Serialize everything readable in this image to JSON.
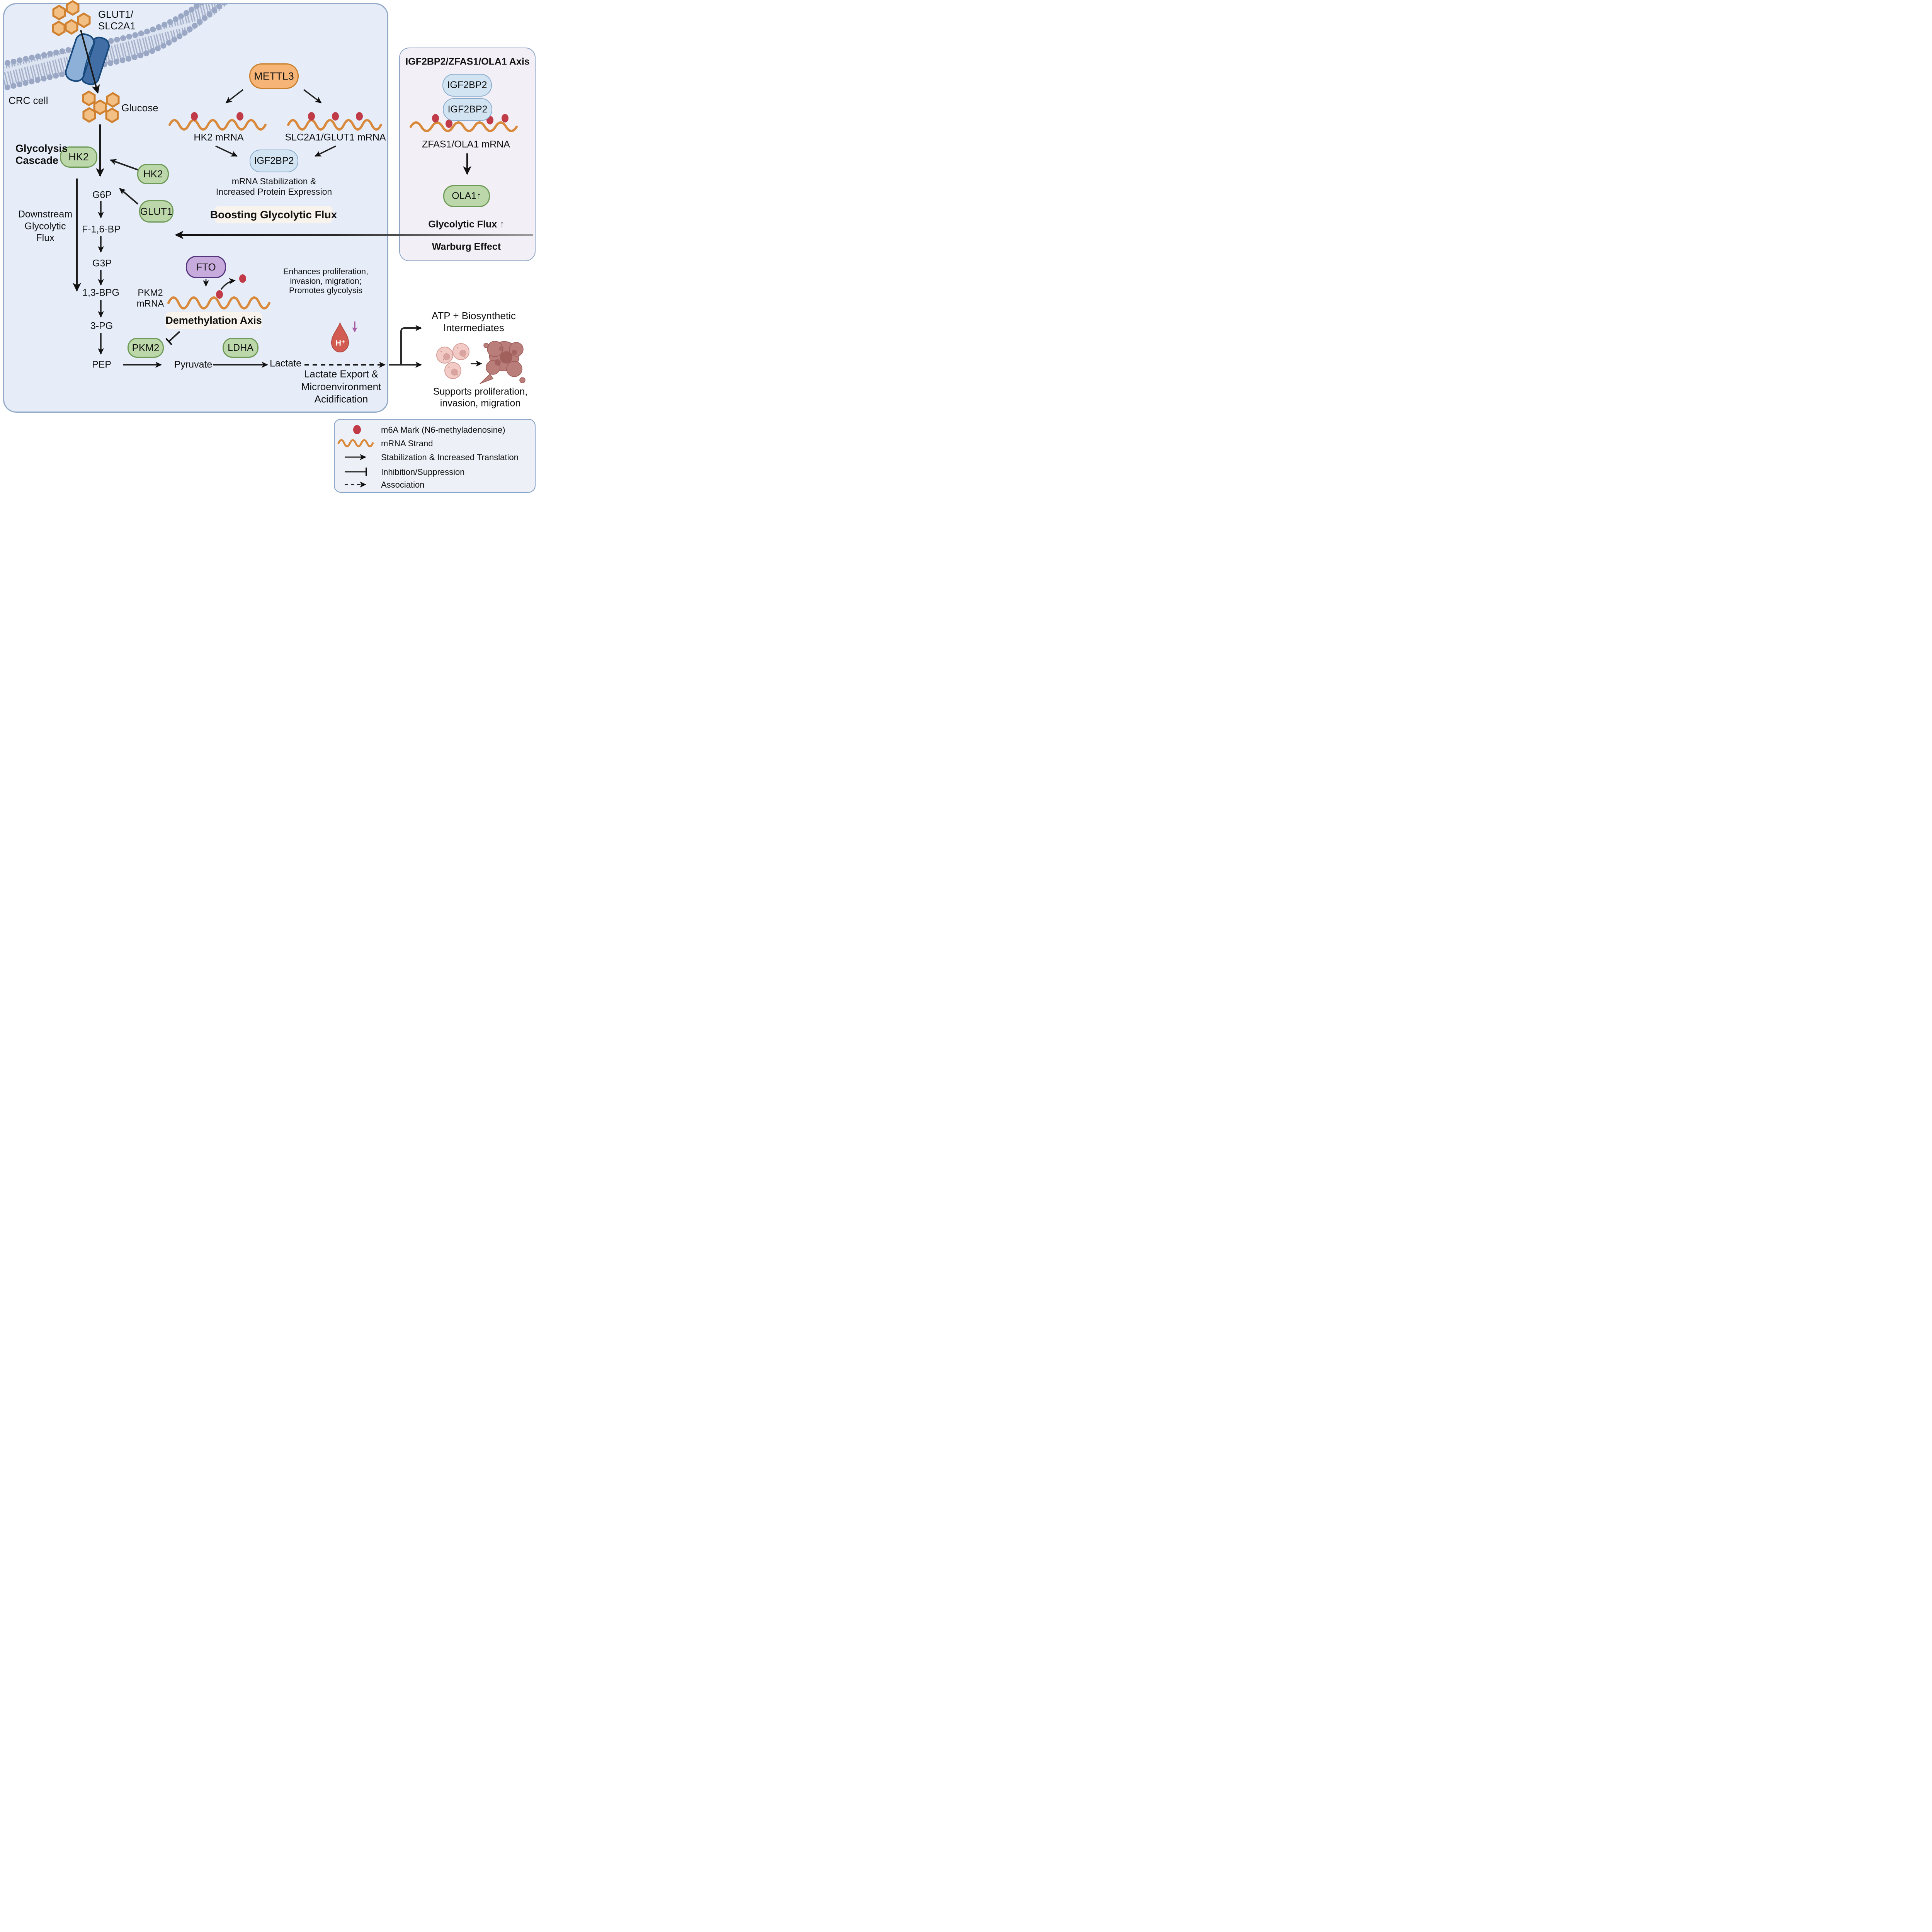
{
  "cell": {
    "label": "CRC cell",
    "transporter_label_line1": "GLUT1/",
    "transporter_label_line2": "SLC2A1",
    "glucose_label": "Glucose"
  },
  "glycolysis": {
    "title_line1": "Glycolysis",
    "title_line2": "Cascade",
    "hk2_membrane": "HK2",
    "hk2_cytosol": "HK2",
    "glut1": "GLUT1",
    "downstream_line1": "Downstream",
    "downstream_line2": "Glycolytic",
    "downstream_line3": "Flux",
    "metabolites": [
      "G6P",
      "F-1,6-BP",
      "G3P",
      "1,3-BPG",
      "3-PG",
      "PEP"
    ],
    "pkm2": "PKM2",
    "pyruvate": "Pyruvate",
    "ldha": "LDHA",
    "lactate": "Lactate"
  },
  "methylation": {
    "mettl3": "METTL3",
    "hk2_mrna": "HK2 mRNA",
    "slc2a1_mrna": "SLC2A1/GLUT1 mRNA",
    "igf2bp2": "IGF2BP2",
    "stabilization_line1": "mRNA Stabilization &",
    "stabilization_line2": "Increased Protein Expression",
    "boosting": "Boosting Glycolytic Flux"
  },
  "demethylation": {
    "fto": "FTO",
    "pkm2_mrna_line1": "PKM2",
    "pkm2_mrna_line2": "mRNA",
    "axis_title": "Demethylation Axis",
    "effect_line1": "Enhances proliferation,",
    "effect_line2": "invasion, migration;",
    "effect_line3": "Promotes glycolysis"
  },
  "export": {
    "h_plus": "H⁺",
    "line1": "Lactate Export &",
    "line2": "Microenvironment",
    "line3": "Acidification"
  },
  "axis_panel": {
    "title": "IGF2BP2/ZFAS1/OLA1 Axis",
    "igf2bp2_top": "IGF2BP2",
    "igf2bp2_bottom": "IGF2BP2",
    "zfas1_mrna": "ZFAS1/OLA1 mRNA",
    "ola1": "OLA1↑",
    "glycolytic_flux": "Glycolytic Flux ↑",
    "warburg": "Warburg Effect"
  },
  "outcome": {
    "atp_line1": "ATP + Biosynthetic",
    "atp_line2": "Intermediates",
    "supports_line1": "Supports proliferation,",
    "supports_line2": "invasion, migration"
  },
  "legend": {
    "m6a": "m6A Mark (N6-methyladenosine)",
    "mrna": "mRNA Strand",
    "stabilization": "Stabilization & Increased Translation",
    "inhibition": "Inhibition/Suppression",
    "association": "Association"
  },
  "colors": {
    "m6a_red": "#c13a47",
    "mrna_orange": "#d9893b",
    "protein_green": "#bcd7aa",
    "mettl3_orange": "#f6b577",
    "igf2bp2_blue": "#d2e4f2",
    "fto_purple": "#c7abdc",
    "h_plus_red": "#d25c52",
    "membrane_gray": "#9aa8c6",
    "panel_blue": "#e6edf8"
  }
}
